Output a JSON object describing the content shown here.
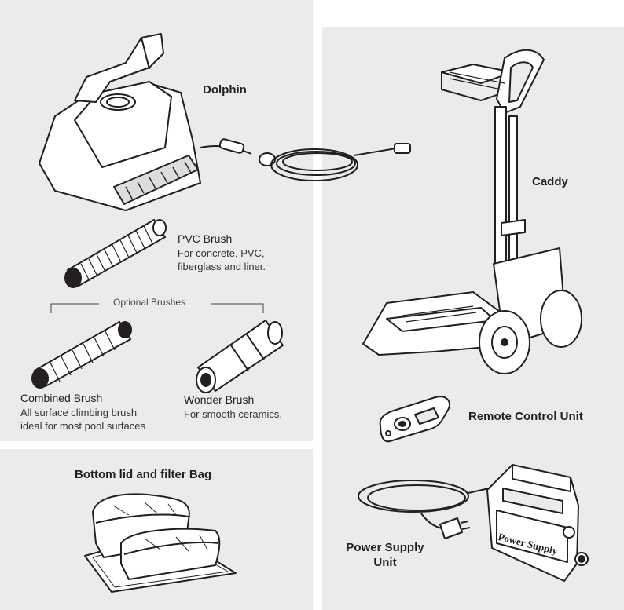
{
  "colors": {
    "panel": "#ebebeb",
    "line": "#231f20",
    "fill": "#ffffff",
    "text": "#231f20"
  },
  "dolphin": {
    "label": "Dolphin"
  },
  "pvc_brush": {
    "name": "PVC Brush",
    "desc_line1": "For concrete, PVC,",
    "desc_line2": "fiberglass and liner."
  },
  "optional_brushes": {
    "label": "Optional Brushes"
  },
  "combined_brush": {
    "name": "Combined Brush",
    "desc_line1": "All surface climbing brush",
    "desc_line2": "ideal for most pool surfaces"
  },
  "wonder_brush": {
    "name": "Wonder Brush",
    "desc_line1": "For smooth ceramics."
  },
  "bottom_lid": {
    "label": "Bottom lid and filter Bag"
  },
  "caddy": {
    "label": "Caddy"
  },
  "remote": {
    "label": "Remote Control Unit"
  },
  "power_supply": {
    "label_line1": "Power Supply",
    "label_line2": "Unit",
    "housing_text": "Power Supply"
  }
}
